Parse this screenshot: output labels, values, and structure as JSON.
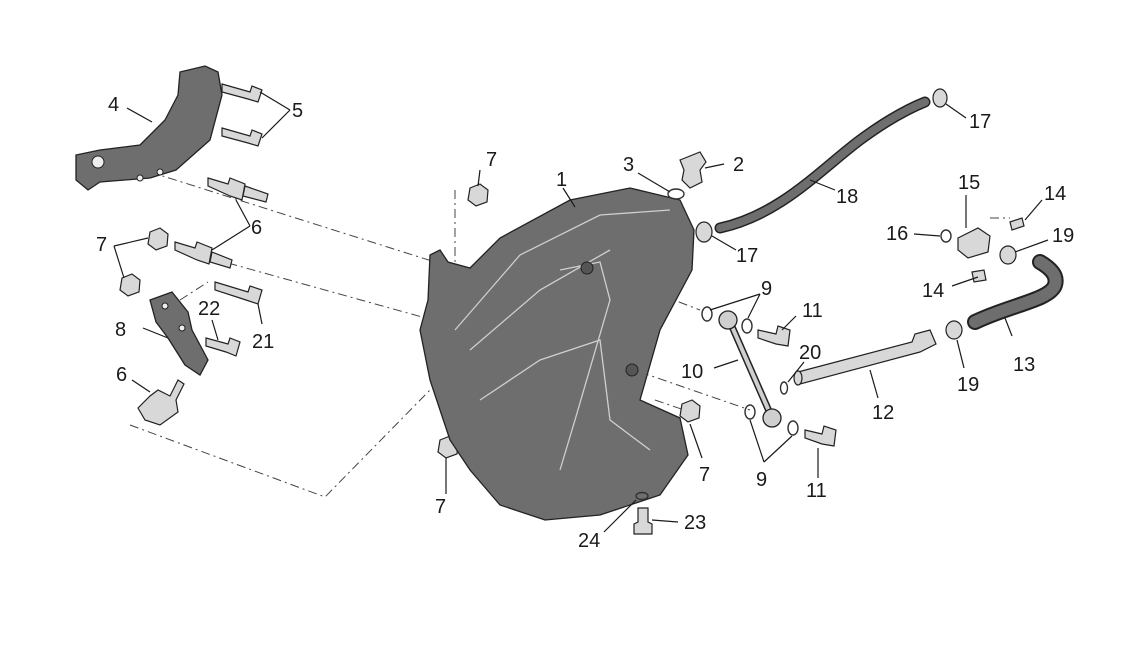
{
  "diagram": {
    "callouts": [
      {
        "id": "c1",
        "text": "1"
      },
      {
        "id": "c2",
        "text": "2"
      },
      {
        "id": "c3",
        "text": "3"
      },
      {
        "id": "c4",
        "text": "4"
      },
      {
        "id": "c5",
        "text": "5"
      },
      {
        "id": "c6a",
        "text": "6"
      },
      {
        "id": "c6b",
        "text": "6"
      },
      {
        "id": "c7a",
        "text": "7"
      },
      {
        "id": "c7b",
        "text": "7"
      },
      {
        "id": "c7c",
        "text": "7"
      },
      {
        "id": "c7d",
        "text": "7"
      },
      {
        "id": "c8",
        "text": "8"
      },
      {
        "id": "c9a",
        "text": "9"
      },
      {
        "id": "c9b",
        "text": "9"
      },
      {
        "id": "c10",
        "text": "10"
      },
      {
        "id": "c11a",
        "text": "11"
      },
      {
        "id": "c11b",
        "text": "11"
      },
      {
        "id": "c12",
        "text": "12"
      },
      {
        "id": "c13",
        "text": "13"
      },
      {
        "id": "c14a",
        "text": "14"
      },
      {
        "id": "c14b",
        "text": "14"
      },
      {
        "id": "c15",
        "text": "15"
      },
      {
        "id": "c16",
        "text": "16"
      },
      {
        "id": "c17a",
        "text": "17"
      },
      {
        "id": "c17b",
        "text": "17"
      },
      {
        "id": "c18",
        "text": "18"
      },
      {
        "id": "c19a",
        "text": "19"
      },
      {
        "id": "c19b",
        "text": "19"
      },
      {
        "id": "c20",
        "text": "20"
      },
      {
        "id": "c21",
        "text": "21"
      },
      {
        "id": "c22",
        "text": "22"
      },
      {
        "id": "c23",
        "text": "23"
      },
      {
        "id": "c24",
        "text": "24"
      }
    ],
    "colors": {
      "tank_fill": "#6e6e6e",
      "metal_light": "#d8d8d8",
      "outline": "#222222"
    }
  }
}
